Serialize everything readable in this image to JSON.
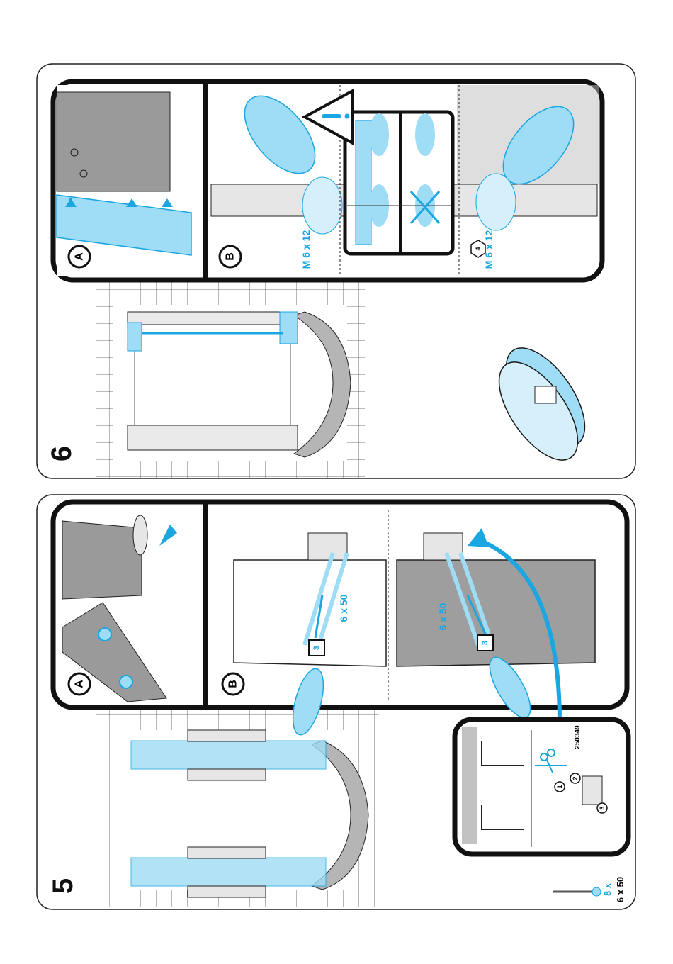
{
  "colors": {
    "accent": "#1aa6e0",
    "accent_light": "#9fdcf5",
    "accent_pale": "#d6f0fb",
    "outline": "#1a1a1a",
    "gray_panel": "#9e9e9e",
    "gray_light": "#d9d9d9"
  },
  "step6": {
    "number": "6",
    "panel_a": {
      "label": "A"
    },
    "panel_b": {
      "label": "B",
      "screw_left": "M 6 x 12",
      "screw_right": "M 6 x 12",
      "allen_key": "4"
    },
    "warning_icon": "exclamation-triangle-icon",
    "compare_wrong_icon": "x-cross-icon"
  },
  "step5": {
    "number": "5",
    "panel_a": {
      "label": "A"
    },
    "panel_b": {
      "label": "B",
      "screw_left": "6 x 50",
      "screw_right": "6 x 50",
      "bit_left": "3",
      "bit_right": "3"
    },
    "detail": {
      "code": "250349",
      "step1": "1",
      "step2": "2",
      "step3": "3"
    },
    "parts": {
      "count": "8 x",
      "size": "6 x 50"
    }
  }
}
